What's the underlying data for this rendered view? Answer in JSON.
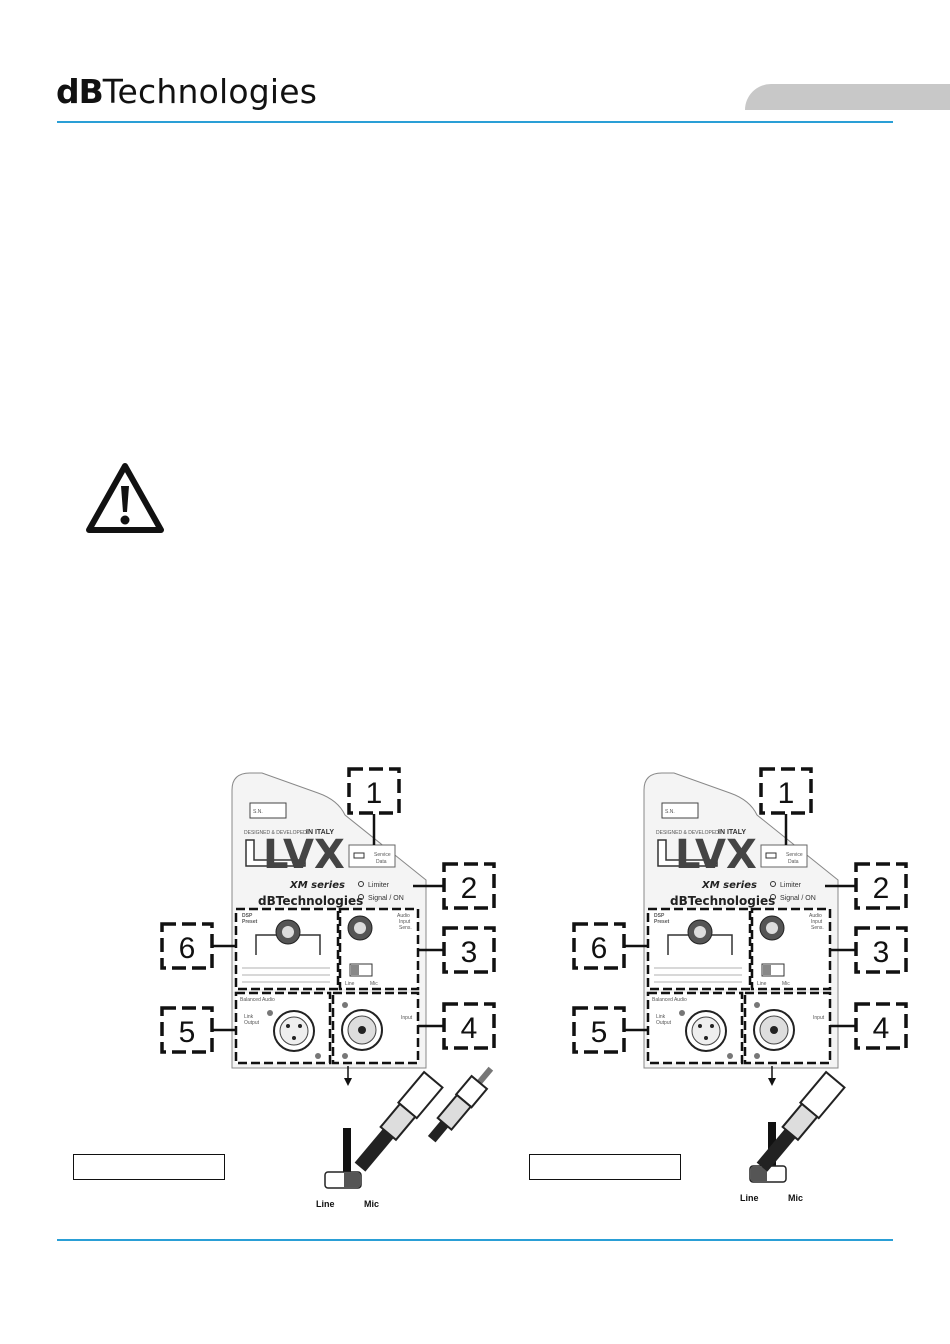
{
  "header": {
    "logo_db": "dB",
    "logo_rest": "Technologies"
  },
  "panels": [
    {
      "sn_label": "S.N.",
      "designed_text": "DESIGNED & DEVELOPED",
      "in_italy": "IN ITALY",
      "model_logo": "LVX",
      "series": "XM series",
      "brand": "dBTechnologies",
      "service_data": [
        "Service",
        "Data"
      ],
      "limiter": "Limiter",
      "signal_on": "Signal / ON",
      "dsp_preset": [
        "DSP",
        "Preset"
      ],
      "audio_input_sens": [
        "Audio",
        "Input",
        "Sens."
      ],
      "switch_line_small": "Line",
      "switch_mic_small": "Mic",
      "balanced_audio": "Balanced Audio",
      "link_output": [
        "Link",
        "Output"
      ],
      "input": "Input",
      "callouts": [
        "1",
        "2",
        "3",
        "4",
        "5",
        "6"
      ],
      "switch_line": "Line",
      "switch_mic": "Mic"
    },
    {
      "sn_label": "S.N.",
      "designed_text": "DESIGNED & DEVELOPED",
      "in_italy": "IN ITALY",
      "model_logo": "LVX",
      "series": "XM series",
      "brand": "dBTechnologies",
      "service_data": [
        "Service",
        "Data"
      ],
      "limiter": "Limiter",
      "signal_on": "Signal / ON",
      "dsp_preset": [
        "DSP",
        "Preset"
      ],
      "audio_input_sens": [
        "Audio",
        "Input",
        "Sens."
      ],
      "switch_line_small": "Line",
      "switch_mic_small": "Mic",
      "balanced_audio": "Balanced Audio",
      "link_output": [
        "Link",
        "Output"
      ],
      "input": "Input",
      "callouts": [
        "1",
        "2",
        "3",
        "4",
        "5",
        "6"
      ],
      "switch_line": "Line",
      "switch_mic": "Mic"
    }
  ],
  "colors": {
    "accent_rule": "#2a9fd6",
    "tab_gray": "#c8c8c8"
  },
  "icons": {
    "warning": "warning-triangle-icon"
  }
}
